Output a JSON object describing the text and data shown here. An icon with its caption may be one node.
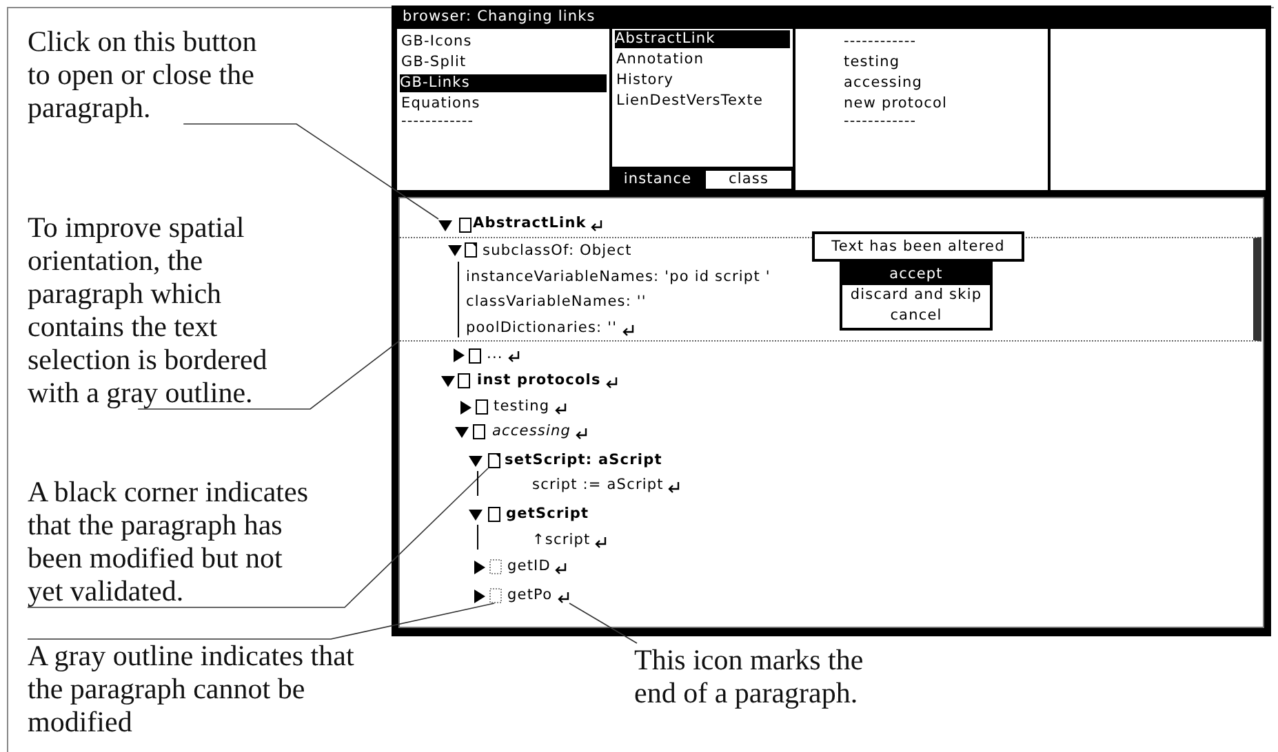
{
  "diagram": {
    "nodes": [
      {
        "text": [
          "Click on this button to open or close the paragraph."
        ]
      },
      {
        "text": [],
        "shape": "triangle"
      },
      {
        "text": [
          "To improve spatial orientation, the paragraph which contains the text selection is bordered with a gray outline."
        ]
      },
      {
        "text": [
          "subclassOf: Object",
          "instanceVariableNames: 'po id script '",
          "classVariableNames: ''",
          "poolDictionaries: ''"
        ]
      },
      {
        "text": [
          "A black corner indicates that the paragraph has been modified but not yet validated."
        ]
      },
      {
        "text": [],
        "shape": "box"
      },
      {
        "text": [
          "A gray outline indicates that the paragraph cannot be modified"
        ]
      },
      {
        "text": [],
        "shape": "box"
      },
      {
        "text": [
          "This icon marks the end of a paragraph."
        ]
      },
      {
        "text": [],
        "shape": "arrow"
      }
    ],
    "edges": [
      {
        "from": 0,
        "to": 1,
        "arrow": "none"
      },
      {
        "from": 2,
        "to": 3,
        "arrow": "none"
      },
      {
        "from": 4,
        "to": 5,
        "arrow": "none"
      },
      {
        "from": 6,
        "to": 7,
        "arrow": "none"
      },
      {
        "from": 8,
        "to": 9,
        "arrow": "none"
      }
    ],
    "labels": [
      "browser: Changing links",
      "GB-Icons",
      "GB-Split",
      "GB-Links",
      "Equations",
      "------------",
      "AbstractLink",
      "Annotation",
      "History",
      "LienDestVersTexte",
      "instance",
      "class",
      "------------",
      "testing",
      "accessing",
      "new protocol",
      "------------",
      "AbstractLink",
      "...",
      "inst protocols",
      "testing",
      "accessing",
      "setScript: aScript",
      "script := aScript",
      "getScript",
      "↑script",
      "getID",
      "getPo",
      "Text has been altered",
      "accept",
      "discard and skip",
      "cancel"
    ]
  }
}
